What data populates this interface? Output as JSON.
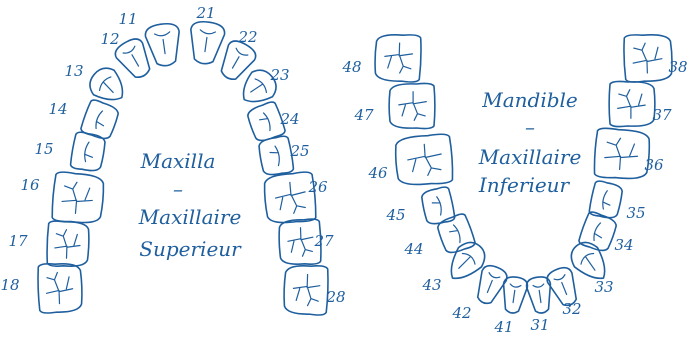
{
  "colors": {
    "stroke": "#1f5f9e"
  },
  "maxilla": {
    "label_line1": "Maxilla",
    "dash": "–",
    "label_line2": "Maxillaire",
    "label_line3": "Superieur",
    "teeth": [
      {
        "num": "11",
        "kind": "incisor"
      },
      {
        "num": "12",
        "kind": "incisor"
      },
      {
        "num": "13",
        "kind": "canine"
      },
      {
        "num": "14",
        "kind": "premolar"
      },
      {
        "num": "15",
        "kind": "premolar"
      },
      {
        "num": "16",
        "kind": "molar"
      },
      {
        "num": "17",
        "kind": "molar"
      },
      {
        "num": "18",
        "kind": "molar"
      },
      {
        "num": "21",
        "kind": "incisor"
      },
      {
        "num": "22",
        "kind": "incisor"
      },
      {
        "num": "23",
        "kind": "canine"
      },
      {
        "num": "24",
        "kind": "premolar"
      },
      {
        "num": "25",
        "kind": "premolar"
      },
      {
        "num": "26",
        "kind": "molar"
      },
      {
        "num": "27",
        "kind": "molar"
      },
      {
        "num": "28",
        "kind": "molar"
      }
    ]
  },
  "mandible": {
    "label_line1": "Mandible",
    "dash": "–",
    "label_line2": "Maxillaire",
    "label_line3": "Inferieur",
    "teeth": [
      {
        "num": "31",
        "kind": "incisor"
      },
      {
        "num": "32",
        "kind": "incisor"
      },
      {
        "num": "33",
        "kind": "canine"
      },
      {
        "num": "34",
        "kind": "premolar"
      },
      {
        "num": "35",
        "kind": "premolar"
      },
      {
        "num": "36",
        "kind": "molar"
      },
      {
        "num": "37",
        "kind": "molar"
      },
      {
        "num": "38",
        "kind": "molar"
      },
      {
        "num": "41",
        "kind": "incisor"
      },
      {
        "num": "42",
        "kind": "incisor"
      },
      {
        "num": "43",
        "kind": "canine"
      },
      {
        "num": "44",
        "kind": "premolar"
      },
      {
        "num": "45",
        "kind": "premolar"
      },
      {
        "num": "46",
        "kind": "molar"
      },
      {
        "num": "47",
        "kind": "molar"
      },
      {
        "num": "48",
        "kind": "molar"
      }
    ]
  }
}
